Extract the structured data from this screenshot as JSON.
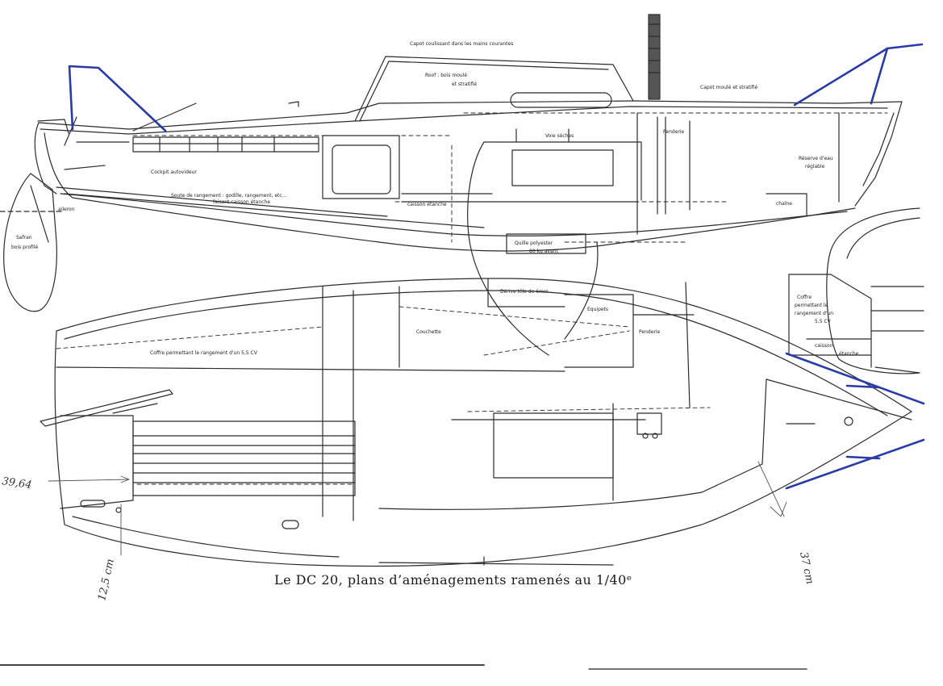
{
  "caption": "Le DC 20, plans d’aménagements ramenés au 1/40ᵉ",
  "labels": {
    "capot_coulissant": "Capot coulissant dans les mains courantes",
    "roof_1": "Roof : bois moulé",
    "roof_2": "et stratifié",
    "capot_moule": "Capot moulé et stratifié",
    "cockpit": "Cockpit autovideur",
    "soute_1": "Soute de rangement : godille, rangement, etc...",
    "soute_2": "faisant caisson étanche",
    "aileron": "aileron",
    "safran_1": "Safran",
    "safran_2": "bois profilé",
    "caisson_etanche": "caisson étanche",
    "penderie_top": "Penderie",
    "voie_seches": "Voie sèches",
    "reserve_1": "Réserve d'eau",
    "reserve_2": "réglable",
    "chaine": "chaîne",
    "quille_1": "Quille polyester",
    "quille_2": "80 kg  avant",
    "dalle": "Dérive tôle de 6mm",
    "equipets": "Equipets",
    "penderie_plan": "Penderie",
    "couchette": "Couchette",
    "coffre_plan": "Coffre permettant le rangement d'un 5,5 CV",
    "coffre_side_1": "Coffre",
    "coffre_side_2": "permettant le",
    "coffre_side_3": "rangement d'un",
    "coffre_side_4": "5,5 CV",
    "caisson_side_1": "caisson",
    "caisson_side_2": "étanche"
  },
  "handwritten": {
    "dim_1": "39,64",
    "dim_2": "12,5 cm",
    "dim_3": "37 cm"
  },
  "colors": {
    "ink": "#2b2b2b",
    "annotation_blue": "#2a3aa8"
  }
}
